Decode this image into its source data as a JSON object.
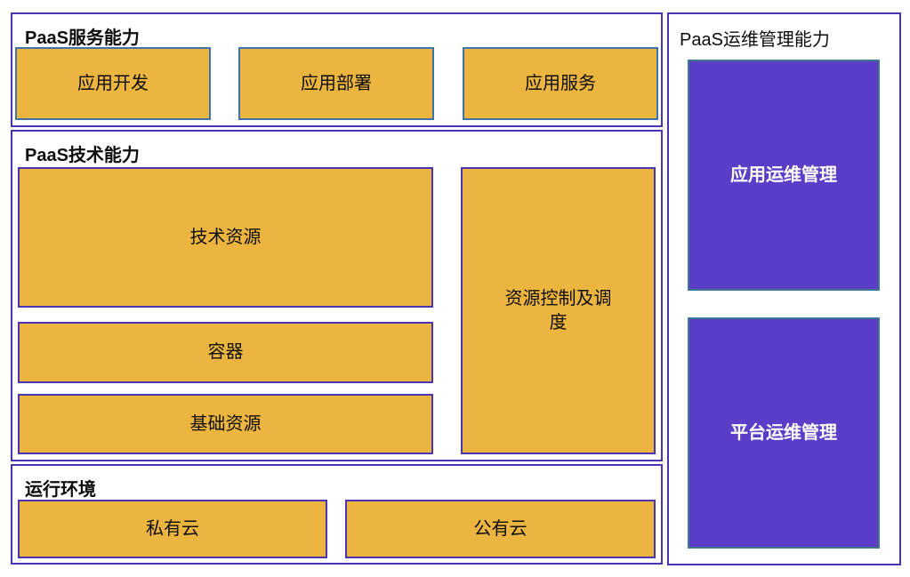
{
  "sections": {
    "service": {
      "title": "PaaS服务能力",
      "boxes": [
        {
          "label": "应用开发"
        },
        {
          "label": "应用部署"
        },
        {
          "label": "应用服务"
        }
      ]
    },
    "tech": {
      "title": "PaaS技术能力",
      "left_boxes": [
        {
          "label": "技术资源"
        },
        {
          "label": "容器"
        },
        {
          "label": "基础资源"
        }
      ],
      "right_box": {
        "label": "资源控制及调度"
      }
    },
    "env": {
      "title": "运行环境",
      "boxes": [
        {
          "label": "私有云"
        },
        {
          "label": "公有云"
        }
      ]
    },
    "ops": {
      "title": "PaaS运维管理能力",
      "boxes": [
        {
          "label": "应用运维管理"
        },
        {
          "label": "平台运维管理"
        }
      ]
    }
  },
  "colors": {
    "gold_fill": "#ECB540",
    "steel_border": "#4074A8",
    "purple_frame_border": "#4B33B2",
    "purple_box_fill": "#5B3EC8",
    "purple_box_border": "#3F7890"
  }
}
